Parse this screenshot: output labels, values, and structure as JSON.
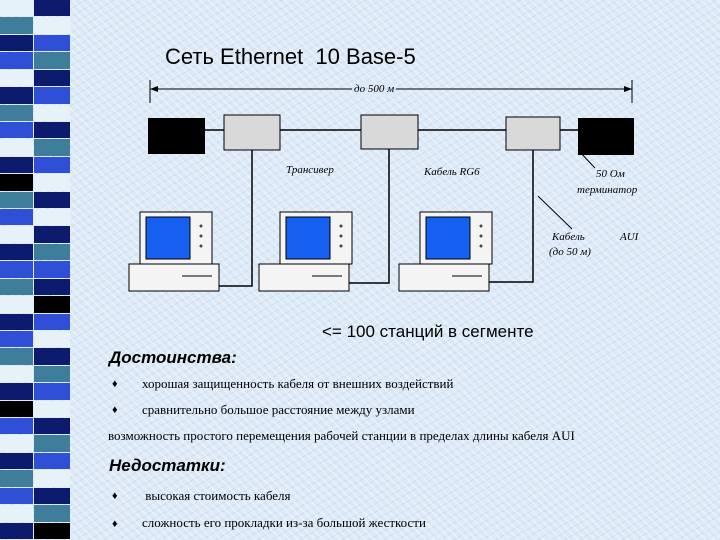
{
  "title": "Сеть Ethernet  10 Base-5",
  "distance_label": "до 500 м",
  "labels": {
    "transceiver": "Трансивер",
    "cable": "Кабель RG6",
    "terminator_line1": "50 Ом",
    "terminator_line2": "терминатор",
    "aui_cable_line1": "Кабель",
    "aui_cable_line2": "(до 50 м)",
    "aui": "AUI"
  },
  "stations_text": "<= 100 станций в сегменте",
  "advantages": {
    "heading": "Достоинства:",
    "items": [
      "хорошая защищенность кабеля от внешних воздействий",
      "сравнительно большое расстояние между узлами"
    ],
    "extra": "возможность простого перемещения рабочей станции в пределах длины кабеля AUI"
  },
  "disadvantages": {
    "heading": "Недостатки:",
    "items": [
      " высокая стоимость кабеля",
      "сложность его прокладки из-за большой жесткости"
    ]
  },
  "bullet_symbol": "♦",
  "colors": {
    "stripe_dark": "#0d1b6e",
    "stripe_mid": "#2f4fd6",
    "stripe_teal": "#3e7e9b",
    "stripe_light": "#e7f1f8",
    "stripe_black": "#000000",
    "screen": "#1560f0",
    "terminator": "#000000",
    "transceiver": "#d9d9d9"
  }
}
